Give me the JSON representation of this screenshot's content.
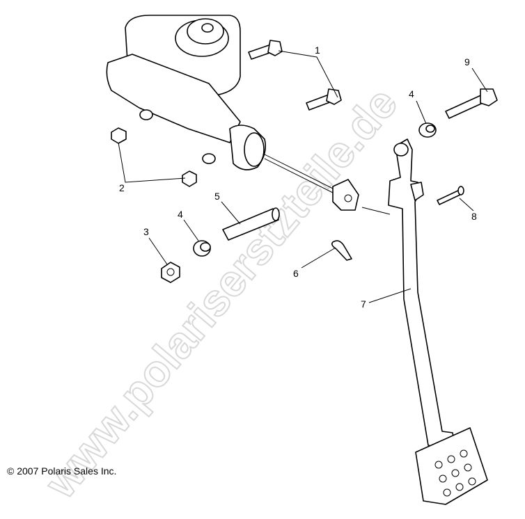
{
  "watermark": "www.polariserstzteile.de",
  "copyright": "© 2007 Polaris Sales Inc.",
  "callouts": [
    {
      "id": "1",
      "label": "1",
      "part": "bolt"
    },
    {
      "id": "2",
      "label": "2",
      "part": "nut"
    },
    {
      "id": "3",
      "label": "3",
      "part": "nut"
    },
    {
      "id": "4a",
      "label": "4",
      "part": "bushing"
    },
    {
      "id": "4b",
      "label": "4",
      "part": "bushing"
    },
    {
      "id": "5",
      "label": "5",
      "part": "spacer-tube"
    },
    {
      "id": "6",
      "label": "6",
      "part": "cotter-pin"
    },
    {
      "id": "7",
      "label": "7",
      "part": "brake-pedal"
    },
    {
      "id": "8",
      "label": "8",
      "part": "clevis-pin"
    },
    {
      "id": "9",
      "label": "9",
      "part": "bolt"
    }
  ]
}
